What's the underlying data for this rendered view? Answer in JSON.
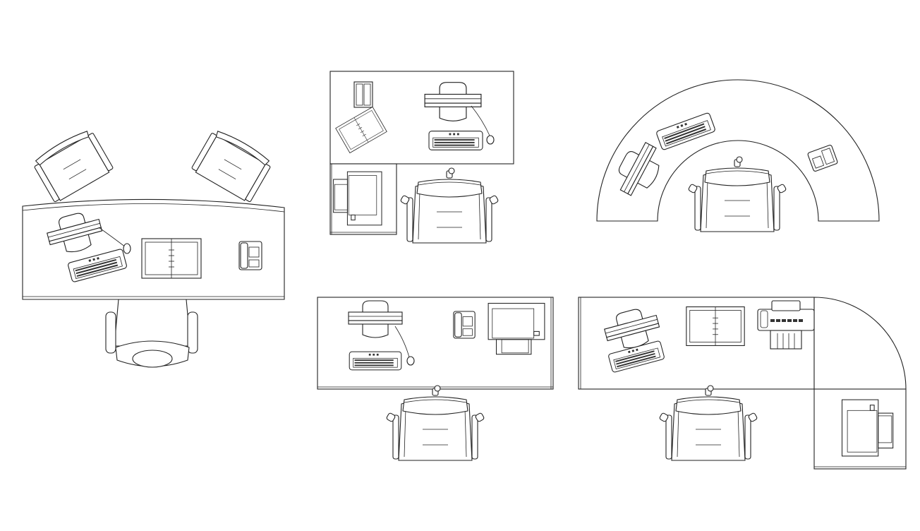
{
  "drawing": {
    "type": "cad-office-desk-layouts",
    "line_color": "#222222",
    "background": "#ffffff",
    "layouts": [
      {
        "id": "desk-1",
        "shape": "curved-front-desk",
        "items": [
          "guest-chair",
          "guest-chair",
          "desk-chair",
          "monitor",
          "keyboard",
          "mouse",
          "document-tray",
          "telephone"
        ]
      },
      {
        "id": "desk-2",
        "shape": "desk-with-printer-return",
        "items": [
          "desk-chair",
          "monitor",
          "keyboard",
          "mouse",
          "document-tray",
          "telephone",
          "printer"
        ]
      },
      {
        "id": "desk-3",
        "shape": "semicircular-desk",
        "items": [
          "desk-chair",
          "monitor",
          "keyboard",
          "telephone"
        ]
      },
      {
        "id": "desk-4",
        "shape": "rectangular-desk",
        "items": [
          "desk-chair",
          "monitor",
          "keyboard",
          "mouse",
          "telephone",
          "printer"
        ]
      },
      {
        "id": "desk-5",
        "shape": "l-desk-with-corner",
        "items": [
          "desk-chair",
          "monitor",
          "keyboard",
          "document-tray",
          "fax-machine",
          "printer"
        ]
      }
    ]
  }
}
